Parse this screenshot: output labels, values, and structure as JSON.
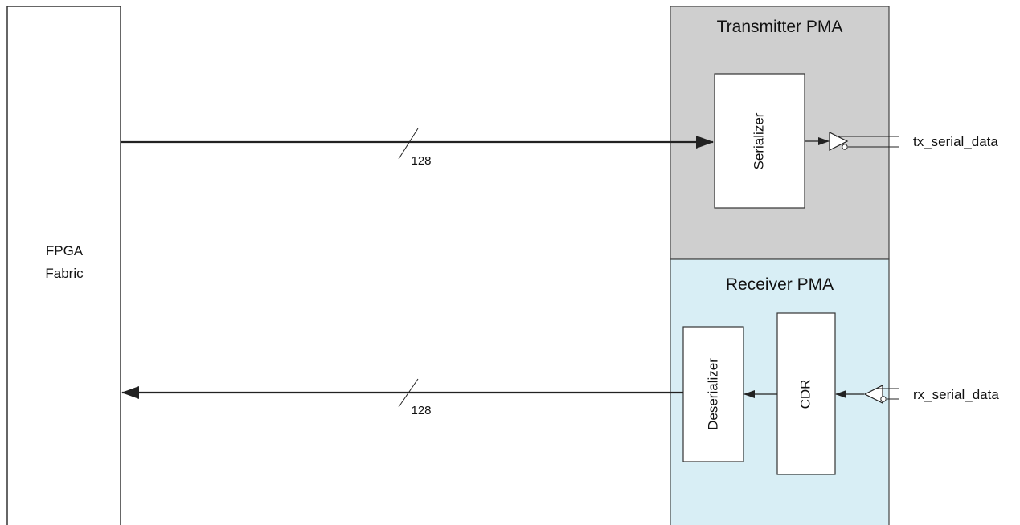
{
  "diagram": {
    "fpga_fabric": {
      "line1": "FPGA",
      "line2": "Fabric"
    },
    "transmitter_pma": {
      "title": "Transmitter PMA",
      "serializer_label": "Serializer",
      "bus_width": "128",
      "output_signal": "tx_serial_data"
    },
    "receiver_pma": {
      "title": "Receiver PMA",
      "deserializer_label": "Deserializer",
      "cdr_label": "CDR",
      "bus_width": "128",
      "input_signal": "rx_serial_data"
    },
    "colors": {
      "transmitter_bg": "#cfcfcf",
      "receiver_bg": "#d8eef5",
      "line": "#222222"
    }
  }
}
